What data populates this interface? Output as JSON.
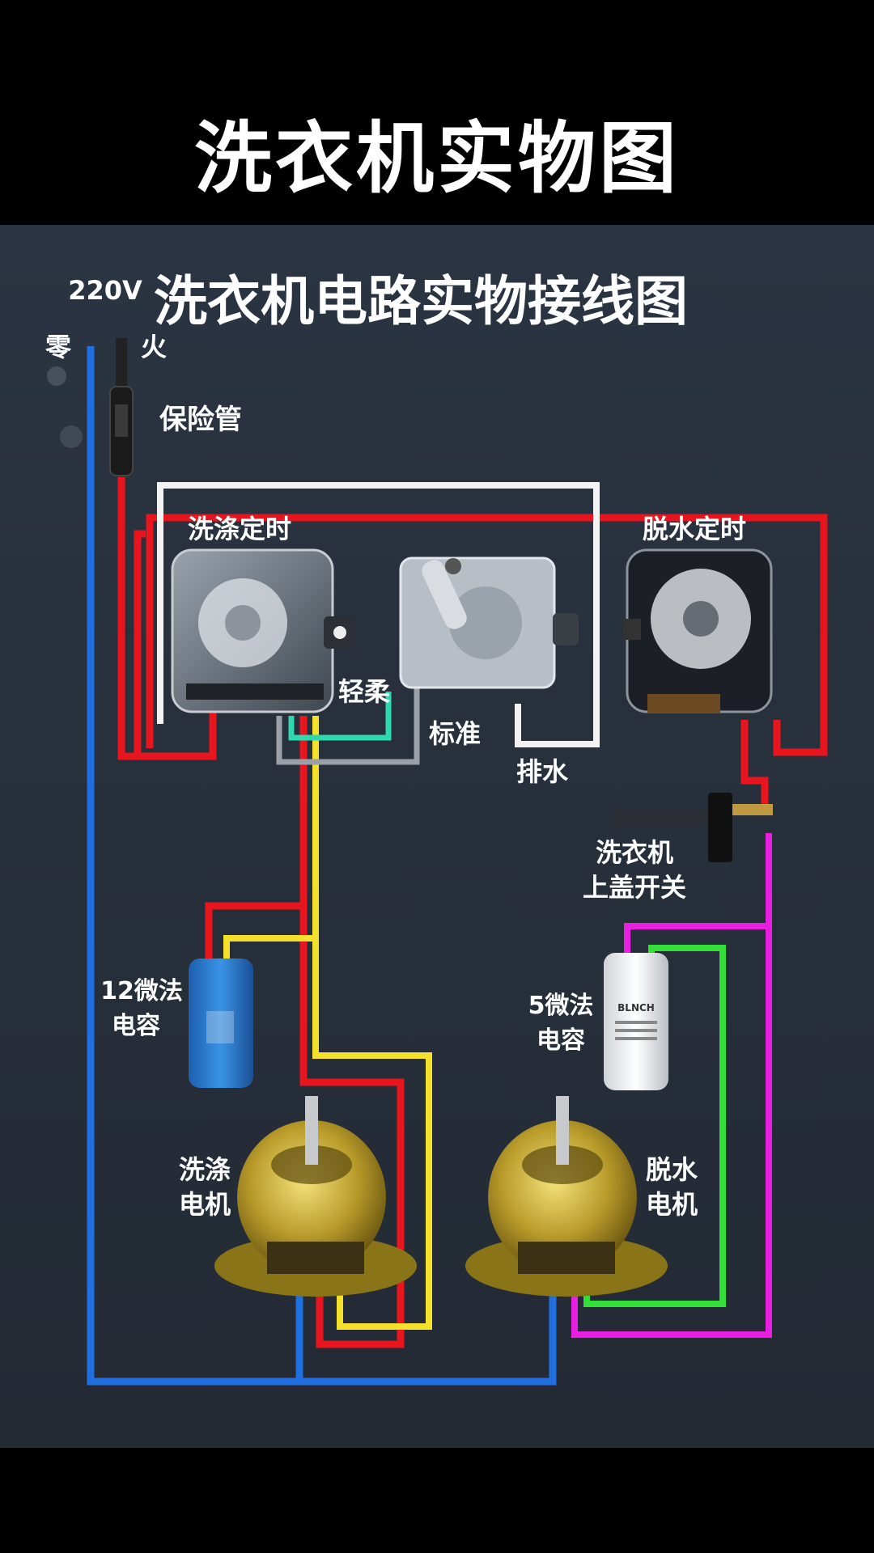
{
  "page_title": "洗衣机实物图",
  "diagram": {
    "title": "洗衣机电路实物接线图",
    "voltage": "220V",
    "neutral": "零",
    "live": "火",
    "fuse": "保险管",
    "wash_timer": "洗涤定时",
    "spin_timer": "脱水定时",
    "gentle": "轻柔",
    "standard": "标准",
    "drain": "排水",
    "lid_switch_line1": "洗衣机",
    "lid_switch_line2": "上盖开关",
    "cap12_line1": "12微法",
    "cap12_line2": "电容",
    "cap5_line1": "5微法",
    "cap5_line2": "电容",
    "wash_motor_line1": "洗涤",
    "wash_motor_line2": "电机",
    "spin_motor_line1": "脱水",
    "spin_motor_line2": "电机",
    "cap5_brand": "BLNCH"
  },
  "colors": {
    "background": "#2a3340",
    "neutral_wire": "#1f6fe0",
    "live_wire": "#e8141e",
    "white_wire": "#f2f2f2",
    "yellow_wire": "#f5e12b",
    "cyan_wire": "#2fd9b0",
    "gray_wire": "#9aa0a6",
    "green_wire": "#33e03a",
    "magenta_wire": "#e81fe0",
    "motor_gold": "#c9b23a",
    "cap_blue": "#2f7fd0"
  }
}
